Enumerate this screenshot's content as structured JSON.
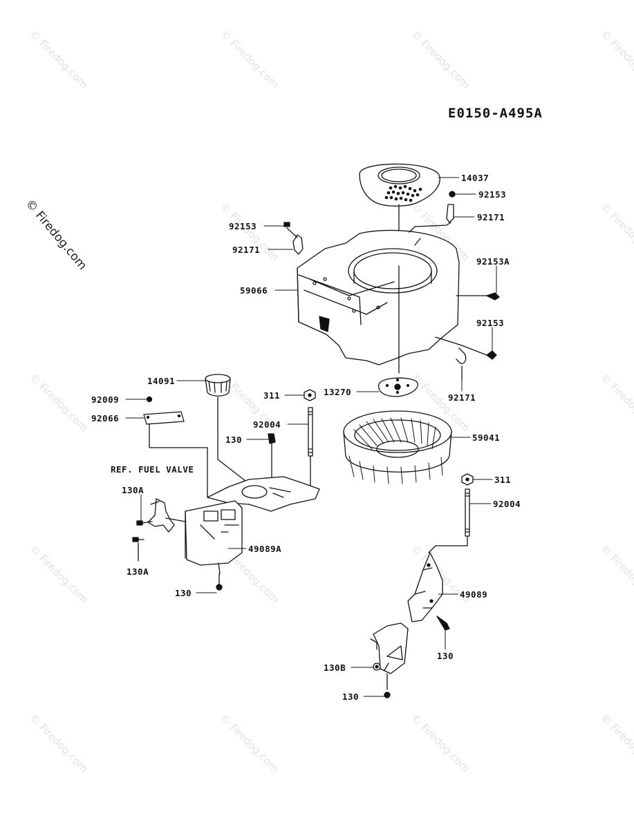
{
  "diagram_code": "E0150-A495A",
  "watermark": "© Firedog.com",
  "labels": {
    "p14037": "14037",
    "p92153_a": "92153",
    "p92171_a": "92171",
    "p92153_b": "92153",
    "p92171_b": "92171",
    "p92153A": "92153A",
    "p59066": "59066",
    "p92153_c": "92153",
    "p92171_c": "92171",
    "p14091": "14091",
    "p311_a": "311",
    "p13270": "13270",
    "p92009": "92009",
    "p92066": "92066",
    "p92004_a": "92004",
    "p130_a": "130",
    "p59041": "59041",
    "ref_fuel_valve": "REF. FUEL  VALVE",
    "p130A_a": "130A",
    "p311_b": "311",
    "p92004_b": "92004",
    "p49089A": "49089A",
    "p130A_b": "130A",
    "p130_b": "130",
    "p49089": "49089",
    "p130_c": "130",
    "p130B": "130B",
    "p130_d": "130"
  }
}
